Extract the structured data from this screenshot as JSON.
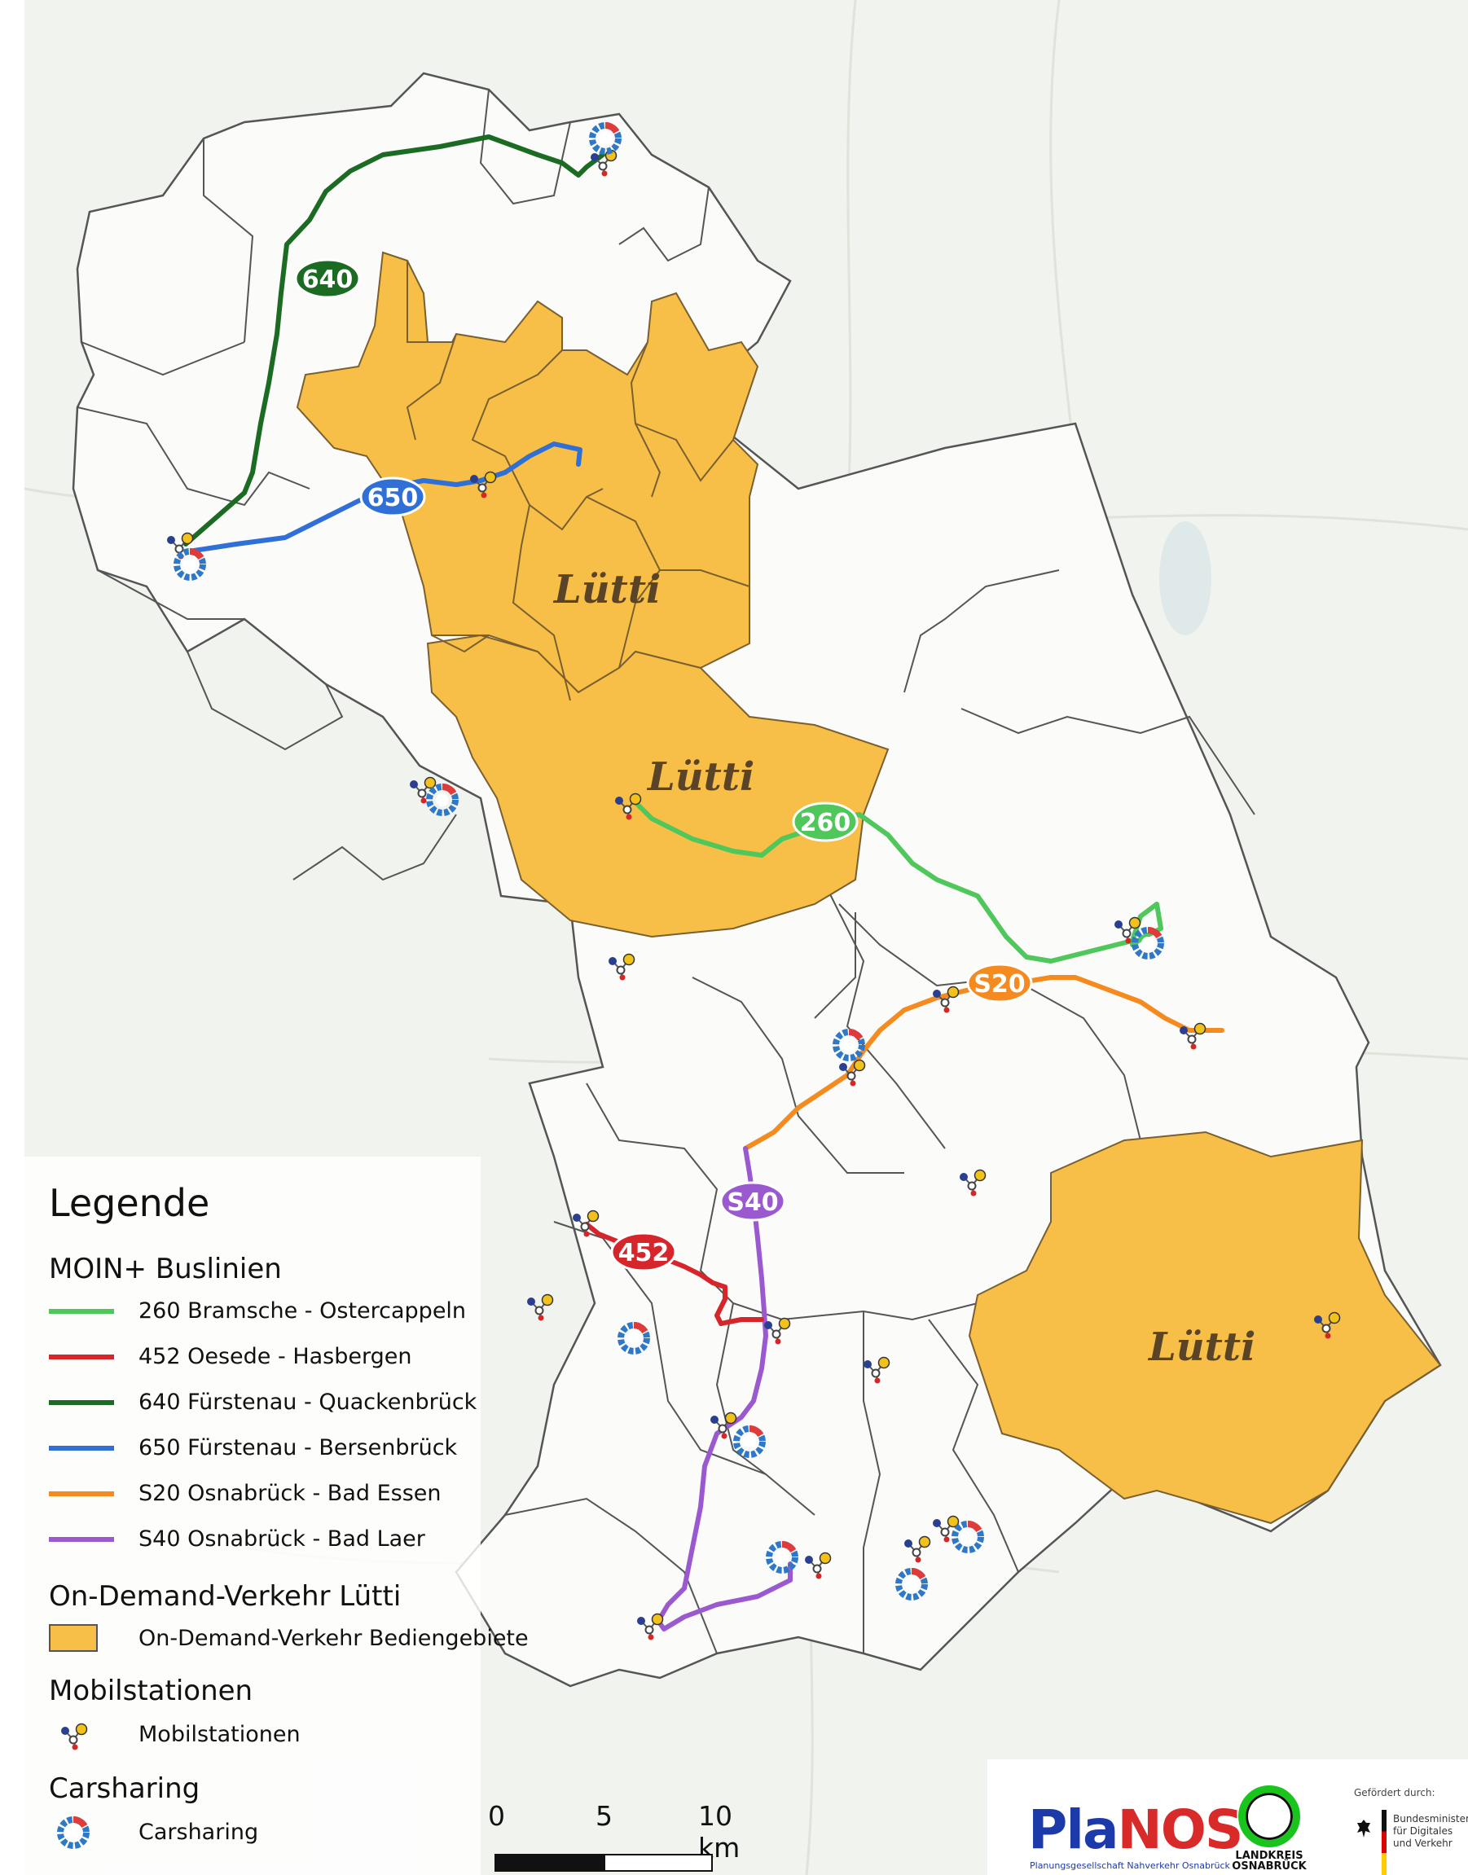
{
  "map": {
    "lines": [
      {
        "id": "260",
        "label": "260",
        "color": "#4fc75a"
      },
      {
        "id": "452",
        "label": "452",
        "color": "#d6262b"
      },
      {
        "id": "640",
        "label": "640",
        "color": "#1b6b23"
      },
      {
        "id": "650",
        "label": "650",
        "color": "#2f6fd6"
      },
      {
        "id": "S20",
        "label": "S20",
        "color": "#f58a1f"
      },
      {
        "id": "S40",
        "label": "S40",
        "color": "#9b59d0"
      }
    ],
    "service_area_label": "Lütti",
    "service_area_color": "#f7bf47"
  },
  "legend": {
    "title": "Legende",
    "groups": {
      "buslines": {
        "title": "MOIN+ Buslinien",
        "items": [
          {
            "label": "260 Bramsche - Ostercappeln",
            "color": "#4fc75a"
          },
          {
            "label": "452 Oesede - Hasbergen",
            "color": "#d6262b"
          },
          {
            "label": "640 Fürstenau - Quackenbrück",
            "color": "#1b6b23"
          },
          {
            "label": "650 Fürstenau - Bersenbrück",
            "color": "#2f6fd6"
          },
          {
            "label": "S20 Osnabrück - Bad Essen",
            "color": "#f58a1f"
          },
          {
            "label": "S40 Osnabrück - Bad Laer",
            "color": "#9b59d0"
          }
        ]
      },
      "ondemand": {
        "title": "On-Demand-Verkehr Lütti",
        "items": [
          {
            "label": "On-Demand-Verkehr Bediengebiete",
            "color": "#f7bf47"
          }
        ]
      },
      "mobilstationen": {
        "title": "Mobilstationen",
        "items": [
          {
            "label": "Mobilstationen",
            "icon": "mobilstation-icon"
          }
        ]
      },
      "carsharing": {
        "title": "Carsharing",
        "items": [
          {
            "label": "Carsharing",
            "icon": "carsharing-icon"
          }
        ]
      }
    }
  },
  "scalebar": {
    "ticks": [
      "0",
      "5",
      "10 km"
    ]
  },
  "logos": {
    "planos_part1": "Pla",
    "planos_part2": "NOS",
    "planos_sub": "Planungsgesellschaft Nahverkehr Osnabrück",
    "landkreis_line1": "LANDKREIS",
    "landkreis_line2": "OSNABRÜCK",
    "gefoerdert": "Gefördert durch:",
    "bmdv_line1": "Bundesministerium",
    "bmdv_line2": "für Digitales",
    "bmdv_line3": "und Verkehr"
  }
}
